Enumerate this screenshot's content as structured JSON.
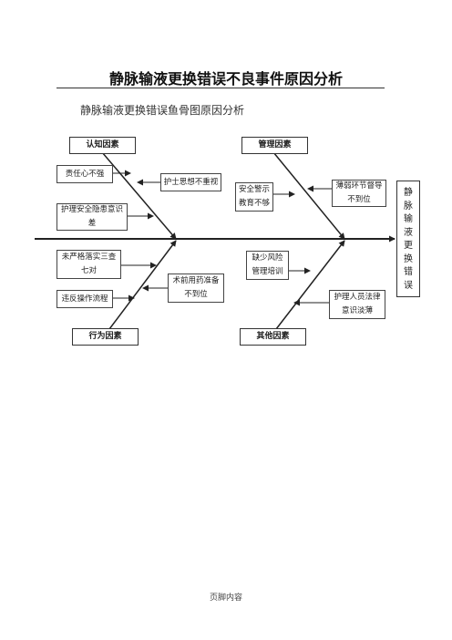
{
  "title": "静脉输液更换错误不良事件原因分析",
  "subtitle": "静脉输液更换错误鱼骨图原因分析",
  "categories": {
    "cognition": "认知因素",
    "management": "管理因素",
    "behavior": "行为因素",
    "other": "其他因素"
  },
  "causes": {
    "c1": "责任心不强",
    "c2": "护士思想不重视",
    "c3": "护理安全隐患意识差",
    "m1": "安全警示教育不够",
    "m2": "薄弱环节督导不到位",
    "b1": "未严格落实三查七对",
    "b2": "术前用药准备不到位",
    "b3": "违反操作流程",
    "o1": "缺少风险管理培训",
    "o2": "护理人员法律意识淡薄"
  },
  "result": "静脉输液更换错误",
  "footer": "页脚内容"
}
